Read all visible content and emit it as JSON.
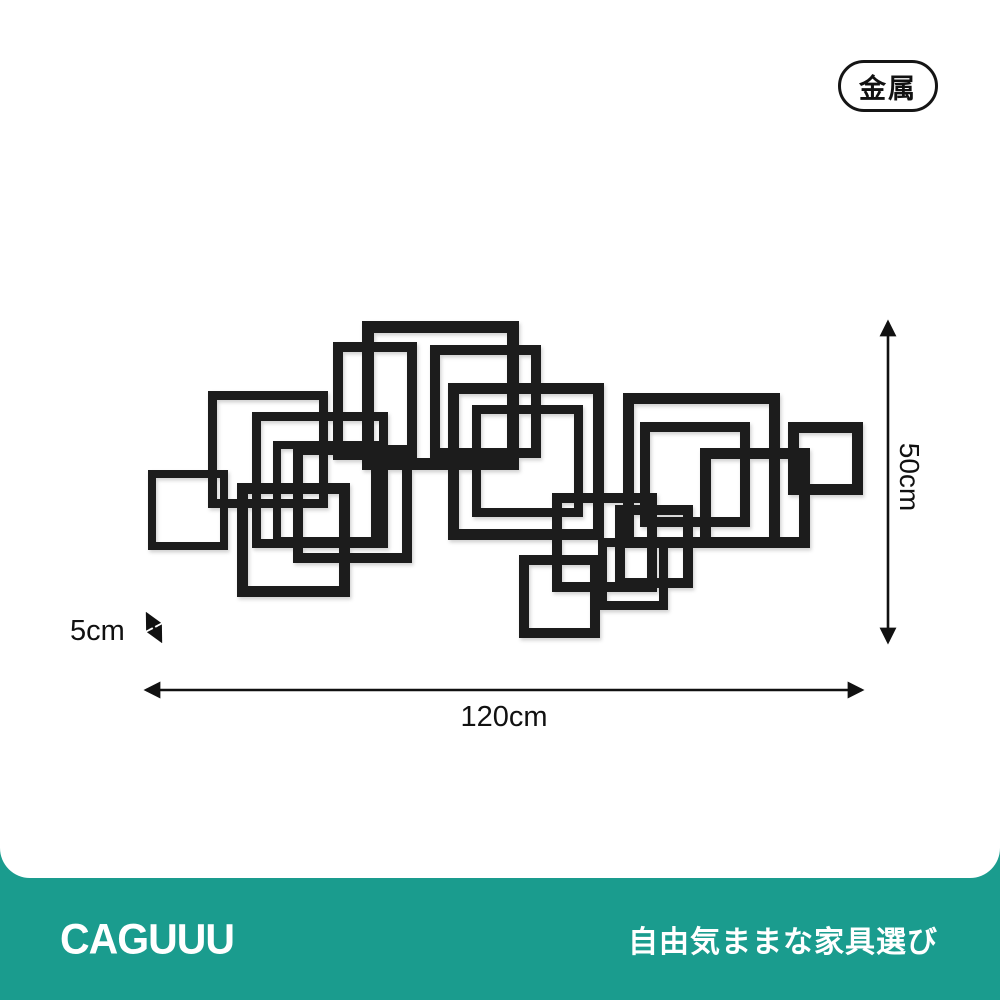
{
  "badge": {
    "label": "金属"
  },
  "dimensions": {
    "height_label": "50cm",
    "width_label": "120cm",
    "depth_label": "5cm"
  },
  "footer": {
    "brand": "CAGUUU",
    "tagline": "自由気ままな家具選び",
    "bar_color": "#1a9c8e",
    "text_color": "#ffffff"
  },
  "art": {
    "description": "metal wall decor of interlocking square frames",
    "color": "#1d1d1f",
    "squares": [
      [
        148,
        470,
        80,
        80,
        8
      ],
      [
        208,
        391,
        120,
        117,
        9
      ],
      [
        252,
        412,
        136,
        136,
        9
      ],
      [
        273,
        441,
        106,
        104,
        8
      ],
      [
        237,
        483,
        113,
        114,
        11
      ],
      [
        293,
        445,
        119,
        118,
        10
      ],
      [
        333,
        342,
        84,
        118,
        10
      ],
      [
        362,
        321,
        157,
        149,
        12
      ],
      [
        430,
        345,
        111,
        113,
        10
      ],
      [
        448,
        383,
        156,
        157,
        11
      ],
      [
        472,
        405,
        111,
        112,
        9
      ],
      [
        552,
        493,
        105,
        99,
        10
      ],
      [
        519,
        555,
        81,
        83,
        10
      ],
      [
        598,
        538,
        70,
        72,
        9
      ],
      [
        615,
        505,
        78,
        83,
        10
      ],
      [
        623,
        393,
        157,
        155,
        11
      ],
      [
        640,
        422,
        110,
        105,
        10
      ],
      [
        700,
        448,
        110,
        100,
        11
      ],
      [
        788,
        422,
        75,
        73,
        11
      ]
    ],
    "arrow_color": "#111111"
  }
}
